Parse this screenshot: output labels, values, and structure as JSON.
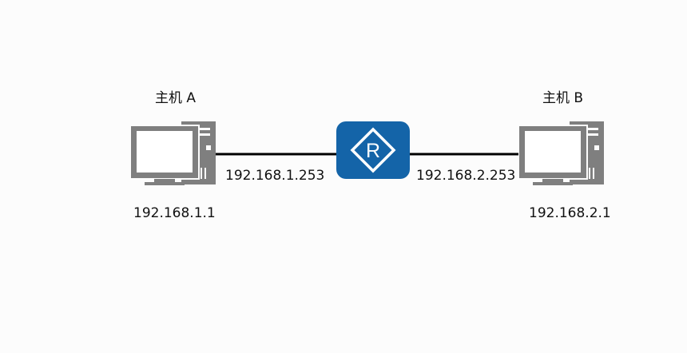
{
  "host_a": {
    "title": "主机 A",
    "ip": "192.168.1.1",
    "icon": "desktop-computer-icon"
  },
  "host_b": {
    "title": "主机 B",
    "ip": "192.168.2.1",
    "icon": "desktop-computer-icon"
  },
  "router": {
    "icon": "router-icon",
    "letter": "R",
    "interface_1_ip": "192.168.1.253",
    "interface_2_ip": "192.168.2.253"
  },
  "colors": {
    "computer": "#7f7f7f",
    "screen": "#ffffff",
    "router": "#1464a8",
    "link": "#000000",
    "background": "#fcfcfc"
  }
}
